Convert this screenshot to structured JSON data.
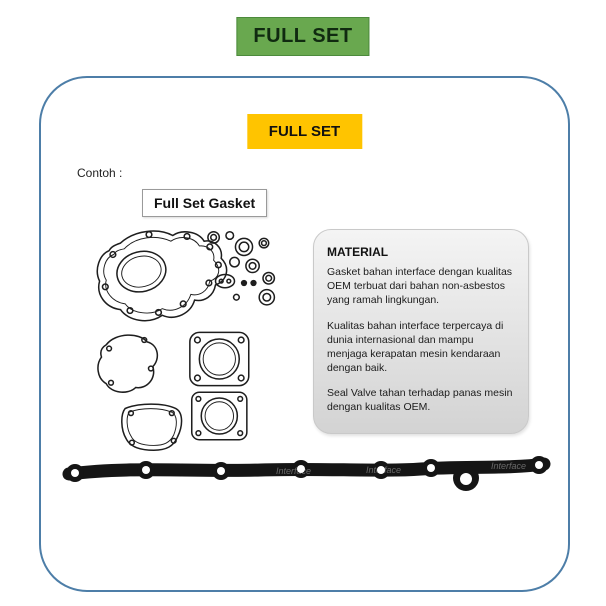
{
  "top_banner": {
    "label": "FULL SET"
  },
  "card": {
    "banner_label": "FULL SET",
    "contoh_label": "Contoh :",
    "product_box_label": "Full Set Gasket",
    "material": {
      "title": "MATERIAL",
      "paragraphs": [
        "Gasket bahan interface dengan kualitas OEM terbuat dari bahan non-asbestos yang ramah lingkungan.",
        "Kualitas bahan interface terpercaya di dunia internasional dan mampu menjaga kerapatan mesin kendaraan dengan baik.",
        "Seal Valve tahan terhadap panas mesin dengan kualitas OEM."
      ]
    },
    "watermark_text": "Interface"
  },
  "colors": {
    "top_banner_bg": "#69a84f",
    "inner_banner_bg": "#ffc400",
    "card_border": "#4d7ea8",
    "material_panel_bg": "#e6e6e6"
  }
}
